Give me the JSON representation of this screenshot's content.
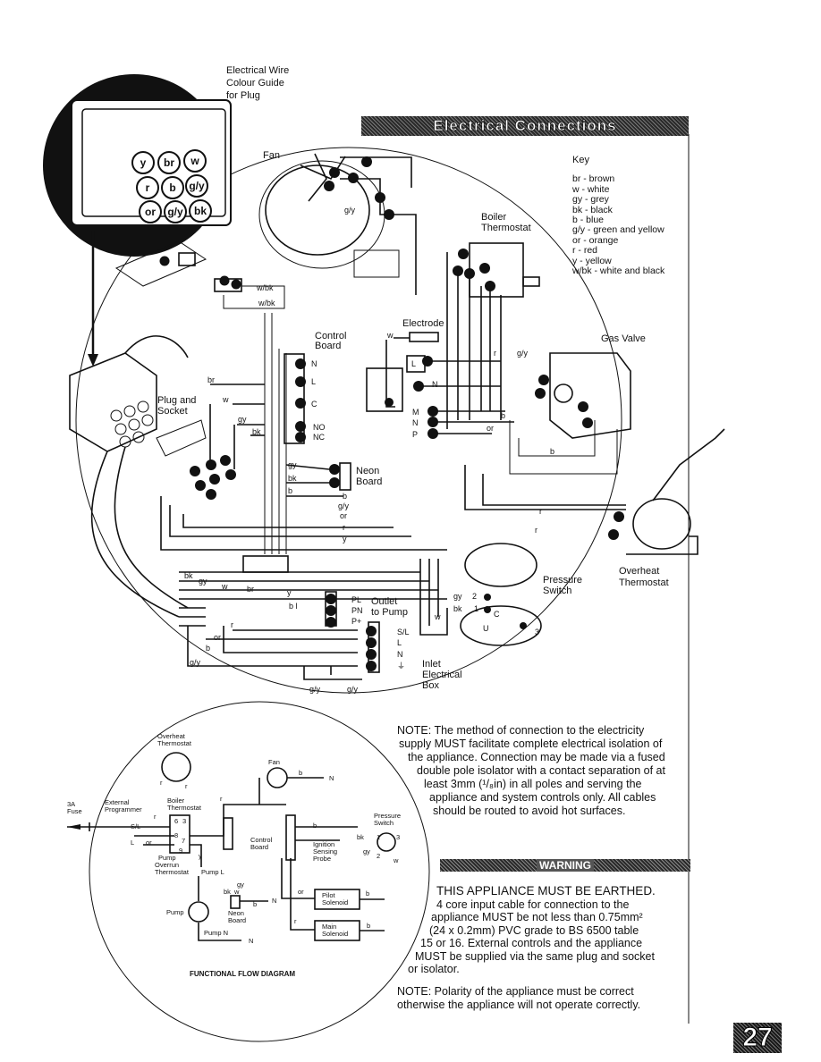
{
  "header": {
    "title": "Electrical Connections"
  },
  "plug_guide": {
    "lines": [
      "Electrical Wire",
      "Colour Guide",
      "for Plug"
    ]
  },
  "plug_pins": [
    "y",
    "br",
    "w",
    "r",
    "b",
    "g/y",
    "or",
    "g/y",
    "bk"
  ],
  "key": {
    "title": "Key",
    "items": [
      "br - brown",
      "w - white",
      "gy - grey",
      "bk - black",
      "b - blue",
      "g/y - green and yellow",
      "or - orange",
      "r - red",
      "y - yellow",
      "w/bk - white and black"
    ]
  },
  "components": {
    "fan": "Fan",
    "boiler_thermostat": [
      "Boiler",
      "Thermostat"
    ],
    "electrode": "Electrode",
    "control_board": [
      "Control",
      "Board"
    ],
    "gas_valve": "Gas Valve",
    "plug_socket": [
      "Plug and",
      "Socket"
    ],
    "neon_board": [
      "Neon",
      "Board"
    ],
    "pressure_switch": [
      "Pressure",
      "Switch"
    ],
    "overheat_thermostat": [
      "Overheat",
      "Thermostat"
    ],
    "outlet_pump": [
      "Outlet",
      "to Pump"
    ],
    "inlet_box": [
      "Inlet",
      "Electrical",
      "Box"
    ]
  },
  "terminals": {
    "control_board": [
      "N",
      "L",
      "C",
      "NO",
      "NC"
    ],
    "gas_valve": [
      "L",
      "N",
      "M",
      "N",
      "P"
    ],
    "pump": [
      "PL",
      "PN",
      "P+"
    ],
    "inlet": [
      "S/L",
      "L",
      "N",
      "⏚"
    ]
  },
  "wire_labels": {
    "wbk1": "w/bk",
    "wbk2": "w/bk",
    "gy_fan": "g/y",
    "br": "br",
    "w": "w",
    "gy": "gy",
    "bk": "bk",
    "b": "b",
    "gy2": "g/y",
    "or": "or",
    "r": "r",
    "y": "y",
    "gas_gy": "g/y",
    "gas_r": "r",
    "gas_b": "b",
    "gas_or": "or",
    "electrode_w": "w",
    "ov_r1": "r",
    "ov_r2": "r",
    "ps_gy": "gy",
    "ps_bk": "bk",
    "ps_w": "w",
    "ps_1": "1",
    "ps_2": "2",
    "ps_3": "3",
    "ps_c": "C",
    "ps_u": "U",
    "low_bk": "bk",
    "low_gy": "gy",
    "low_w": "w",
    "low_br": "br",
    "low_y": "y",
    "low_bl": "b l",
    "low_r": "r",
    "low_or": "or",
    "low_b": "b",
    "low_gy2": "g/y",
    "low_gy3": "g/y",
    "low_gy4": "g/y"
  },
  "flow_diagram": {
    "title": "FUNCTIONAL FLOW DIAGRAM",
    "fuse": [
      "3A",
      "Fuse"
    ],
    "external_programmer": [
      "External",
      "Programmer"
    ],
    "overheat_thermostat": [
      "Overheat",
      "Thermostat"
    ],
    "boiler_thermostat": [
      "Boiler",
      "Thermostat"
    ],
    "fan": "Fan",
    "pressure_switch": [
      "Pressure",
      "Switch"
    ],
    "control_board": [
      "Control",
      "Board"
    ],
    "ignition_probe": [
      "Ignition",
      "Sensing",
      "Probe"
    ],
    "pump_overrun": [
      "Pump",
      "Overrun",
      "Thermostat"
    ],
    "pump_l": "Pump L",
    "pump": "Pump",
    "pump_n": "Pump N",
    "neon_board": [
      "Neon",
      "Board"
    ],
    "pilot_solenoid": [
      "Pilot",
      "Solenoid"
    ],
    "main_solenoid": [
      "Main",
      "Solenoid"
    ],
    "sl": "S/L",
    "l": "L",
    "n": "N",
    "labels": {
      "r1": "r",
      "r2": "r",
      "r3": "r",
      "b1": "b",
      "b2": "b",
      "b3": "b",
      "b4": "b",
      "bk": "bk",
      "bk2": "bk",
      "gy": "gy",
      "gy2": "gy",
      "w": "w",
      "w2": "w",
      "or": "or",
      "or2": "or",
      "y": "y",
      "t3": "3",
      "t6": "6",
      "t8": "8",
      "t7": "7",
      "t9": "9",
      "p1": "1",
      "p2": "2",
      "p3": "3"
    }
  },
  "note1": "NOTE: The method of connection to the electricity supply MUST facilitate complete electrical isolation of the appliance. Connection may be made via a fused double pole isolator with a contact separation of at least 3mm (¹/₈in) in all poles and serving the appliance and system controls only. All cables should be routed to avoid hot surfaces.",
  "note1_lines": [
    "NOTE: The method of connection to the electricity",
    "supply MUST facilitate complete electrical isolation of",
    "the appliance. Connection may be made via a fused",
    "double pole isolator with a contact separation of at",
    "least 3mm (¹/₈in) in all poles and serving the",
    "appliance and system controls only. All cables",
    "should be routed to avoid hot surfaces."
  ],
  "warning": {
    "label": "WARNING",
    "lines": [
      "THIS APPLIANCE MUST BE EARTHED.",
      "4 core input cable for connection to the",
      "appliance MUST be not less than 0.75mm²",
      "(24 x 0.2mm)    PVC grade to BS 6500 table",
      "15 or 16. External controls and the appliance",
      "MUST be supplied via the same plug and socket",
      "or isolator."
    ]
  },
  "note2_lines": [
    "NOTE: Polarity of the appliance must be correct",
    "otherwise the appliance will not operate correctly."
  ],
  "page_number": "27"
}
